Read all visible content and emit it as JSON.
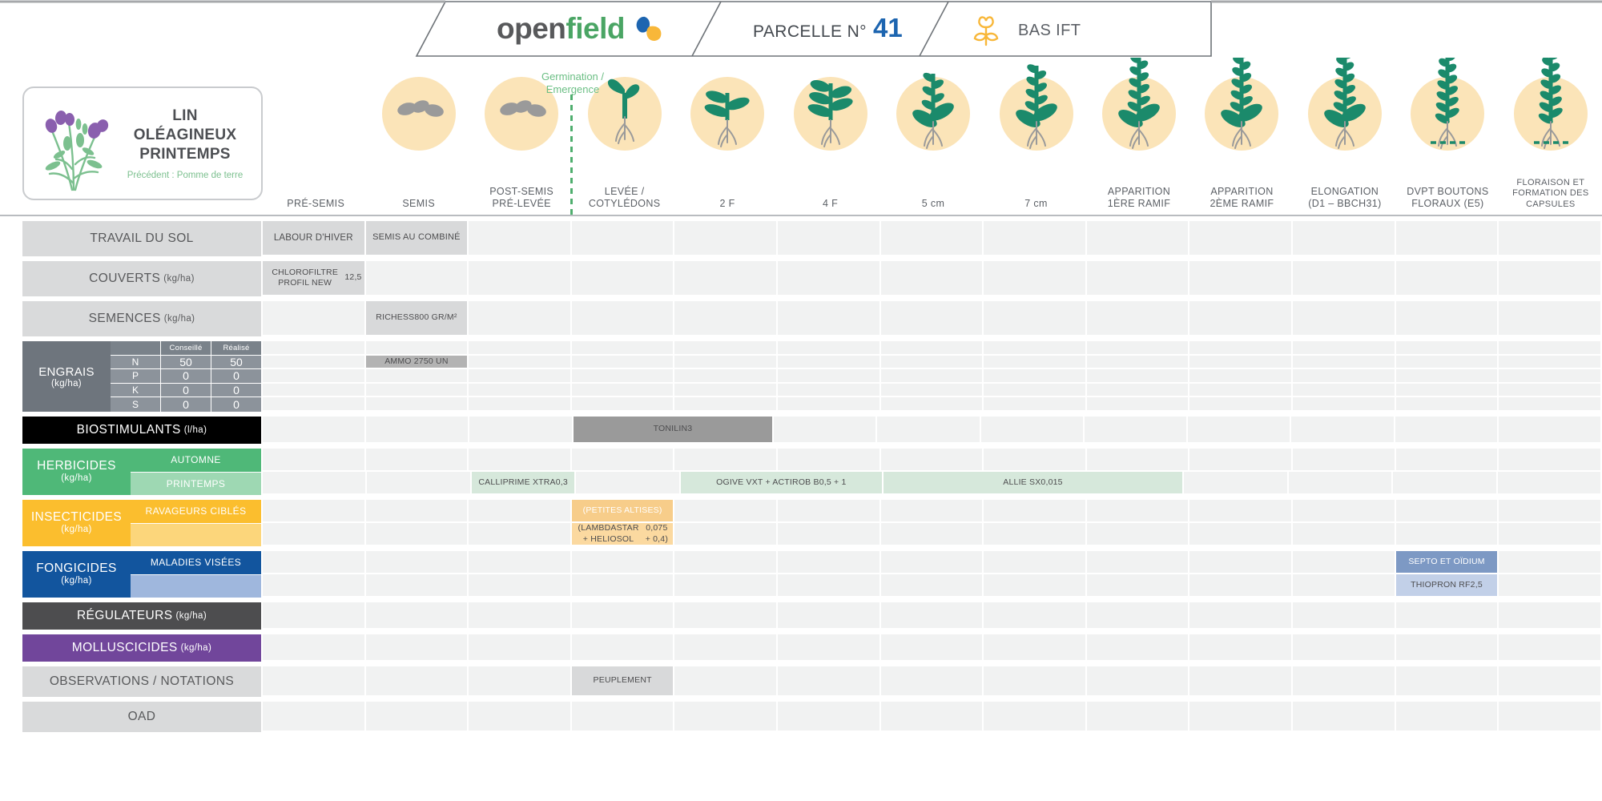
{
  "header": {
    "logo_open": "open",
    "logo_field": "field",
    "logo_icon": "leaf-drop-icon",
    "parcelle_label": "PARCELLE N°",
    "parcelle_number": "41",
    "ift_icon": "flower-sprout-icon",
    "ift_label": "BAS IFT"
  },
  "crop_card": {
    "illustration": "flax-flower-illustration",
    "name_line1": "LIN",
    "name_line2": "OLÉAGINEUX",
    "name_line3": "PRINTEMPS",
    "previous_label": "Précédent :",
    "previous_value": "Pomme de terre"
  },
  "germination": {
    "line1": "Germination /",
    "line2": "Emergence",
    "marker": "dotted-vertical-line"
  },
  "stages": [
    {
      "label": "PRÉ-SEMIS",
      "icon": "",
      "has_circle": false
    },
    {
      "label": "SEMIS",
      "icon": "seeds-icon",
      "has_circle": true
    },
    {
      "label": "POST-SEMIS\nPRÉ-LEVÉE",
      "icon": "seeds-icon",
      "has_circle": true
    },
    {
      "label": "LEVÉE /\nCOTYLÉDONS",
      "icon": "seedling-cotyledon-icon",
      "has_circle": true
    },
    {
      "label": "2 F",
      "icon": "plant-2-leaf-icon",
      "has_circle": true
    },
    {
      "label": "4 F",
      "icon": "plant-4-leaf-icon",
      "has_circle": true
    },
    {
      "label": "5 cm",
      "icon": "plant-5cm-icon",
      "has_circle": true
    },
    {
      "label": "7 cm",
      "icon": "plant-7cm-icon",
      "has_circle": true
    },
    {
      "label": "APPARITION\n1ÈRE RAMIF",
      "icon": "plant-branching1-icon",
      "has_circle": true
    },
    {
      "label": "APPARITION\n2ÈME RAMIF",
      "icon": "plant-branching2-icon",
      "has_circle": true
    },
    {
      "label": "ELONGATION\n(D1 – BBCH31)",
      "icon": "plant-elongation-icon",
      "has_circle": true
    },
    {
      "label": "DVPT BOUTONS\nFLORAUX (E5)",
      "icon": "plant-flowerbuds-icon",
      "has_circle": true
    },
    {
      "label": "FLORAISON ET\nFORMATION DES\nCAPSULES",
      "icon": "plant-flowering-icon",
      "has_circle": true
    }
  ],
  "rows": {
    "travail_du_sol": {
      "label": "TRAVAIL DU SOL",
      "cells": [
        {
          "col": 0,
          "span": 1,
          "text": "LABOUR D'HIVER",
          "style": "grey",
          "size": "11.5"
        },
        {
          "col": 1,
          "span": 1,
          "text": "SEMIS AU COMBINÉ",
          "style": "grey",
          "size": "11"
        }
      ]
    },
    "couverts": {
      "label": "COUVERTS",
      "unit": "(kg/ha)",
      "cells": [
        {
          "col": 0,
          "span": 1,
          "text": "CHLOROFILTRE PROFIL NEW\n12,5",
          "style": "grey"
        }
      ]
    },
    "semences": {
      "label": "SEMENCES",
      "unit": "(kg/ha)",
      "cells": [
        {
          "col": 1,
          "span": 1,
          "text": "RICHESS\n800 GR/M²",
          "style": "grey"
        }
      ]
    },
    "engrais": {
      "label": "ENGRAIS",
      "unit": "(kg/ha)",
      "table": {
        "headers": [
          "",
          "Conseillé",
          "Réalisé"
        ],
        "rows": [
          {
            "key": "N",
            "conseille": "50",
            "realise": "50"
          },
          {
            "key": "P",
            "conseille": "0",
            "realise": "0"
          },
          {
            "key": "K",
            "conseille": "0",
            "realise": "0"
          },
          {
            "key": "S",
            "conseille": "0",
            "realise": "0"
          }
        ]
      },
      "cells": [
        {
          "col": 1,
          "span": 1,
          "text": "AMMO 27\n50 UN",
          "style": "darkgrey",
          "subrow": 1
        }
      ]
    },
    "biostimulants": {
      "label": "BIOSTIMULANTS",
      "unit": "(l/ha)",
      "cells": [
        {
          "col": 3,
          "span": 2,
          "text": "TONILIN\n3",
          "style": "midgrey"
        }
      ]
    },
    "herbicides": {
      "label": "HERBICIDES",
      "unit": "(kg/ha)",
      "sublabels": [
        "AUTOMNE",
        "PRINTEMPS"
      ],
      "cells": [
        {
          "col": 2,
          "span": 1,
          "text": "CALLIPRIME XTRA\n0,3",
          "style": "green",
          "subrow": 1
        },
        {
          "col": 4,
          "span": 2,
          "text": "OGIVE VXT + ACTIROB B\n0,5 + 1",
          "style": "green",
          "subrow": 1
        },
        {
          "col": 6,
          "span": 3,
          "text": "ALLIE SX\n0,015",
          "style": "green",
          "subrow": 1
        }
      ]
    },
    "insecticides": {
      "label": "INSECTICIDES",
      "unit": "(kg/ha)",
      "sublabels": [
        "RAVAGEURS CIBLÉS",
        ""
      ],
      "cells": [
        {
          "col": 3,
          "span": 1,
          "text": "(PETITES ALTISES)",
          "style": "orange-dk",
          "subrow": 0
        },
        {
          "col": 3,
          "span": 1,
          "text": "(LAMBDASTAR + HELIOSOL\n0,075 + 0,4)",
          "style": "orange",
          "subrow": 1
        }
      ]
    },
    "fongicides": {
      "label": "FONGICIDES",
      "unit": "(kg/ha)",
      "sublabels": [
        "MALADIES VISÉES",
        ""
      ],
      "cells": [
        {
          "col": 11,
          "span": 1,
          "text": "SEPTO ET OÏDIUM",
          "style": "blue",
          "subrow": 0
        },
        {
          "col": 11,
          "span": 1,
          "text": "THIOPRON RF\n2,5",
          "style": "blue-lt",
          "subrow": 1
        }
      ]
    },
    "regulateurs": {
      "label": "RÉGULATEURS",
      "unit": "(kg/ha)",
      "cells": []
    },
    "molluscicides": {
      "label": "MOLLUSCICIDES",
      "unit": "(kg/ha)",
      "cells": []
    },
    "observations": {
      "label": "OBSERVATIONS / NOTATIONS",
      "cells": [
        {
          "col": 3,
          "span": 1,
          "text": "PEUPLEMENT",
          "style": "grey"
        }
      ]
    },
    "oad": {
      "label": "OAD",
      "cells": []
    }
  },
  "colors": {
    "herbicides": "#4fb878",
    "herbicides_light": "#9ed8b3",
    "insecticides": "#fbbe2e",
    "insecticides_light": "#fcd67b",
    "fongicides": "#12559e",
    "fongicides_light": "#9fb7dd",
    "regulateurs": "#4d4d4f",
    "molluscicides": "#71469b",
    "biostimulants": "#000000",
    "engrais": "#6e757d",
    "stage_circle": "#fbe4b8",
    "plant_green": "#1b8a6b",
    "accent_blue": "#1d65b0",
    "accent_yellow": "#f8b739"
  }
}
